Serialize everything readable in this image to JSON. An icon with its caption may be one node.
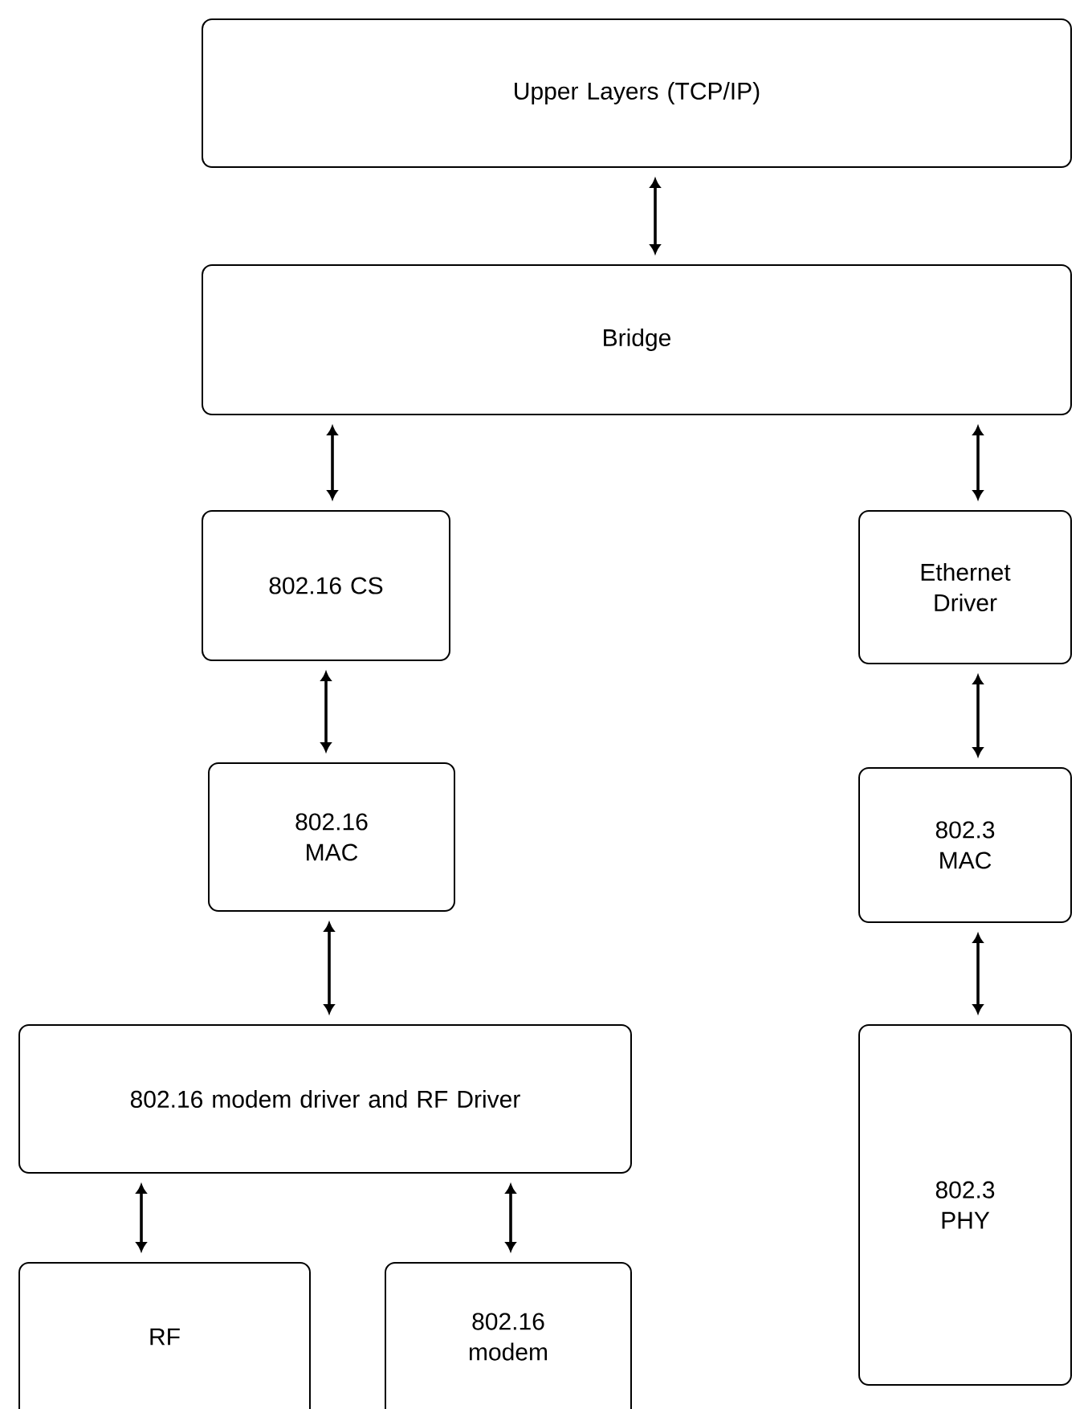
{
  "diagram": {
    "nodes": [
      {
        "text": [
          "Upper Layers (TCP/IP)"
        ]
      },
      {
        "text": [
          "Bridge"
        ]
      },
      {
        "text": [
          "802.16 CS"
        ]
      },
      {
        "text": [
          "Ethernet Driver"
        ]
      },
      {
        "text": [
          "802.16 MAC"
        ]
      },
      {
        "text": [
          "802.3 MAC"
        ]
      },
      {
        "text": [
          "802.16 modem driver and RF Driver"
        ]
      },
      {
        "text": [
          "802.3 PHY"
        ]
      },
      {
        "text": [
          "RF"
        ]
      },
      {
        "text": [
          "802.16 modem"
        ]
      }
    ],
    "edges": [
      {
        "from": 0,
        "to": 1,
        "arrow": "both"
      },
      {
        "from": 1,
        "to": 2,
        "arrow": "both"
      },
      {
        "from": 1,
        "to": 3,
        "arrow": "both"
      },
      {
        "from": 2,
        "to": 4,
        "arrow": "both"
      },
      {
        "from": 3,
        "to": 5,
        "arrow": "both"
      },
      {
        "from": 4,
        "to": 6,
        "arrow": "both"
      },
      {
        "from": 5,
        "to": 7,
        "arrow": "both"
      },
      {
        "from": 6,
        "to": 8,
        "arrow": "both"
      },
      {
        "from": 6,
        "to": 9,
        "arrow": "both"
      }
    ]
  }
}
